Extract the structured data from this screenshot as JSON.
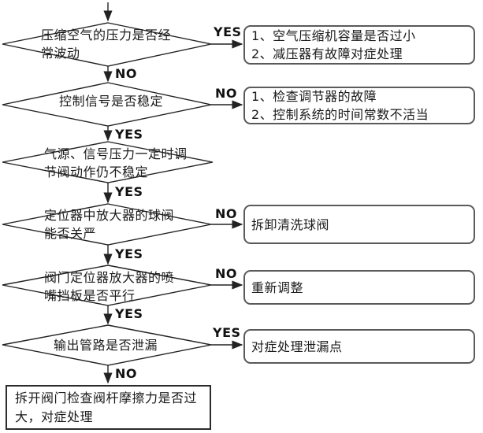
{
  "flowchart": {
    "decisions": [
      {
        "label": "压缩空气的压力是否经\n常波动",
        "branch_right": "YES",
        "branch_down": "NO"
      },
      {
        "label": "控制信号是否稳定",
        "branch_right": "NO",
        "branch_down": "YES"
      },
      {
        "label": "气源、信号压力一定时调\n节阀动作仍不稳定",
        "branch_down": "YES"
      },
      {
        "label": "定位器中放大器的球阀\n能否关严",
        "branch_right": "NO",
        "branch_down": "YES"
      },
      {
        "label": "阀门定位器放大器的喷\n嘴挡板是否平行",
        "branch_right": "NO",
        "branch_down": "YES"
      },
      {
        "label": "输出管路是否泄漏",
        "branch_right": "YES",
        "branch_down": "NO"
      }
    ],
    "action_boxes": [
      {
        "label": "1、空气压缩机容量是否过小\n2、减压器有故障对症处理"
      },
      {
        "label": "1、检查调节器的故障\n2、控制系统的时间常数不活当"
      },
      {
        "label": "拆卸清洗球阀"
      },
      {
        "label": "重新调整"
      },
      {
        "label": "对症处理泄漏点"
      }
    ],
    "end_box": {
      "label": "拆开阀门检查阀杆摩擦力是否过\n大，对症处理"
    },
    "colors": {
      "line": "#222222",
      "action_box_border": "#5a5a5a",
      "end_box_border": "#2b2b2b",
      "text": "#1a1a1a"
    }
  }
}
